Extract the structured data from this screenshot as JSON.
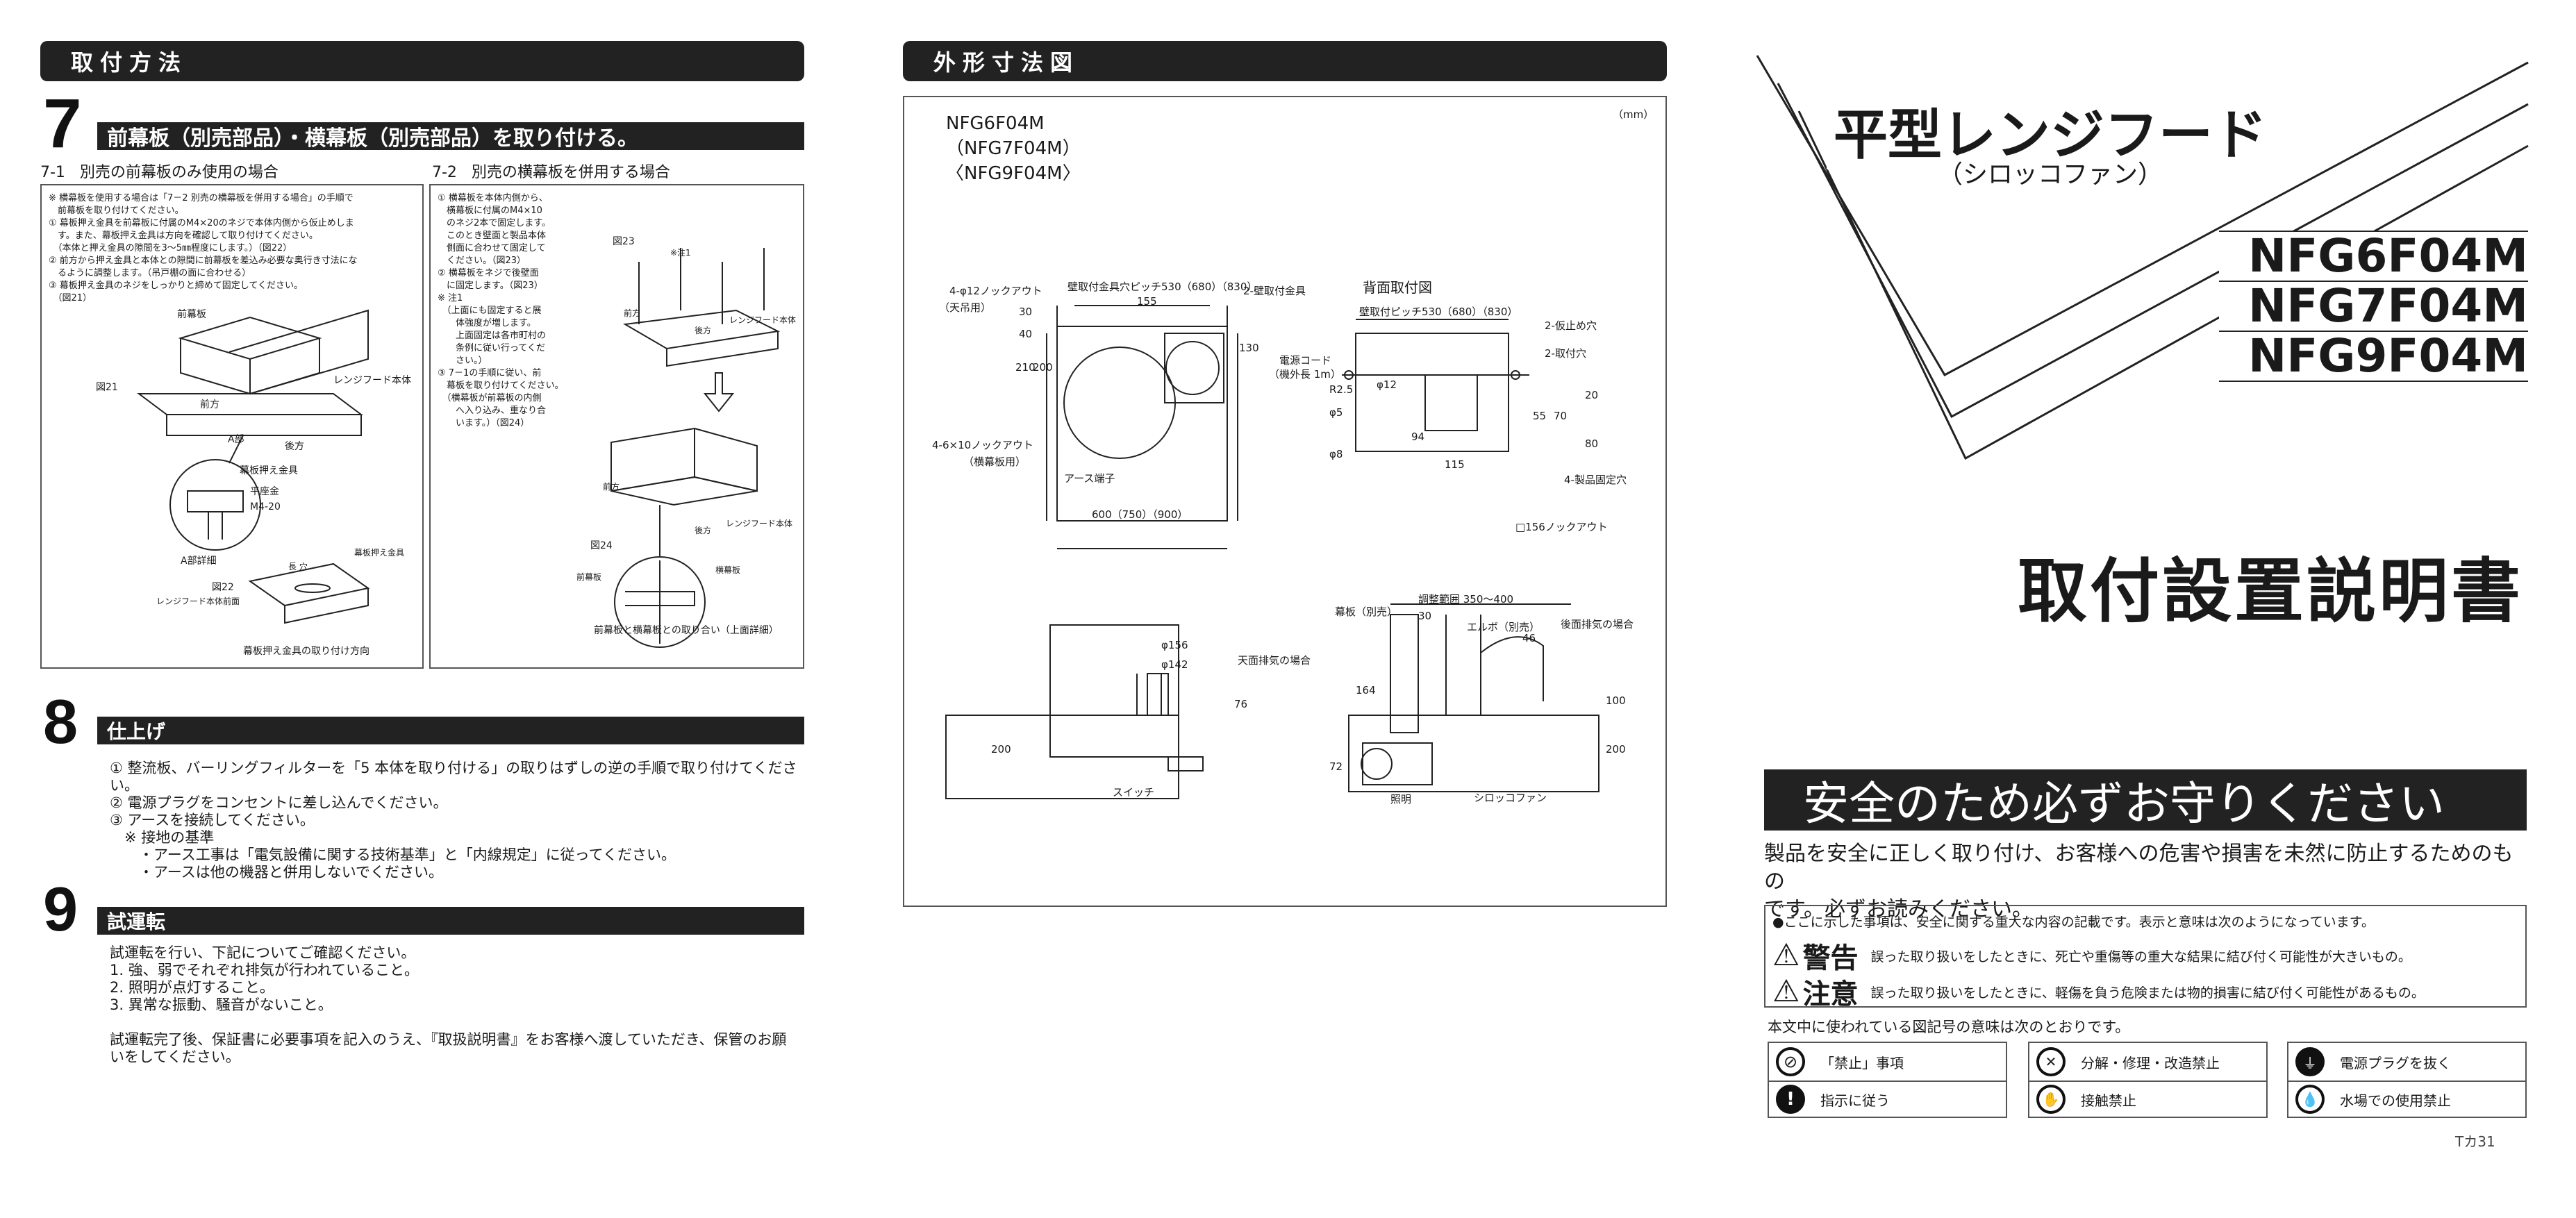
{
  "left": {
    "header": "取付方法",
    "step7": {
      "num": "7",
      "title": "前幕板（別売部品）・横幕板（別売部品）を取り付ける。",
      "sub1_no": "7-1",
      "sub1": "別売の前幕板のみ使用の場合",
      "sub2_no": "7-2",
      "sub2": "別売の横幕板を併用する場合",
      "box1_text": "※ 横幕板を使用する場合は「7－2 別売の横幕板を併用する場合」の手順で\n　前幕板を取り付けてください。\n① 幕板押え金具を前幕板に付属のM4×20のネジで本体内側から仮止めしま\n　す。また、幕板押え金具は方向を確認して取り付けてください。\n　（本体と押え金具の隙間を3～5㎜程度にします。）（図22）\n② 前方から押え金具と本体との隙間に前幕板を差込み必要な奥行き寸法にな\n　るように調整します。（吊戸棚の面に合わせる）\n③ 幕板押え金具のネジをしっかりと締めて固定してください。\n　（図21）",
      "box2_text": "① 横幕板を本体内側から、\n　横幕板に付属のM4×10\n　のネジ2本で固定します。\n　このとき壁面と製品本体\n　側面に合わせて固定して\n　ください。（図23）\n② 横幕板をネジで後壁面\n　に固定します。（図23）\n※ 注1\n　（上面にも固定すると展\n　　体強度が増します。\n　　上面固定は各市町村の\n　　条例に従い行ってくだ\n　　さい。）\n③ 7－1の手順に従い、前\n　幕板を取り付けてください。\n　（横幕板が前幕板の内側\n　　へ入り込み、重なり合\n　　います。）（図24）",
      "fig21": "図21",
      "fig22": "図22",
      "fig23": "図23",
      "fig24": "図24",
      "l_front_panel": "前幕板",
      "l_body": "レンジフード本体",
      "l_front": "前方",
      "l_back": "後方",
      "l_a": "A部",
      "l_bracket": "幕板押え金具",
      "l_washer": "平座金",
      "l_screw": "M4-20",
      "l_adetail": "A部詳細",
      "l_bracket2": "幕板押え金具",
      "l_longhole": "長 穴",
      "l_bodyfront": "レンジフード本体前面",
      "l_dir": "幕板押え金具の取り付け方向",
      "l_note1": "※注1",
      "l_front2": "前方",
      "l_back2": "後方",
      "l_body2": "レンジフード本体",
      "l_front3": "前方",
      "l_back3": "後方",
      "l_body3": "レンジフード本体",
      "l_front_panel3": "前幕板",
      "l_side_panel3": "横幕板",
      "l_overlap": "前幕板と横幕板との取り合い（上面詳細）"
    },
    "step8": {
      "num": "8",
      "title": "仕上げ",
      "text": "① 整流板、バーリングフィルターを「5 本体を取り付ける」の取りはずしの逆の手順で取り付けてください。\n② 電源プラグをコンセントに差し込んでください。\n③ アースを接続してください。\n　※ 接地の基準\n　　・アース工事は「電気設備に関する技術基準」と「内線規定」に従ってください。\n　　・アースは他の機器と併用しないでください。"
    },
    "step9": {
      "num": "9",
      "title": "試運転",
      "text": "試運転を行い、下記についてご確認ください。\n1. 強、弱でそれぞれ排気が行われていること。\n2. 照明が点灯すること。\n3. 異常な振動、騒音がないこと。\n\n試運転完了後、保証書に必要事項を記入のうえ、『取扱説明書』をお客様へ渡していただき、保管のお願\nいをしてください。"
    }
  },
  "middle": {
    "header": "外形寸法図",
    "models": "NFG6F04M\n（NFG7F04M）\n〈NFG9F04M〉",
    "unit": "（mm）",
    "back_title": "背面取付図",
    "d_hole": "4-φ12ノックアウト",
    "d_hole_sub": "（天吊用）",
    "d_pitch": "壁取付金具穴ピッチ530（680）（830）",
    "d_bracket": "2-壁取付金具",
    "d_155": "155",
    "d_30": "30",
    "d_40": "40",
    "d_210": "210",
    "d_200a": "200",
    "d_130": "130",
    "d_cord": "電源コード",
    "d_cord2": "（機外長 1m）",
    "d_4610": "4-6×10ノックアウト",
    "d_4610b": "（横幕板用）",
    "d_earth": "アース端子",
    "d_600": "600（750）（900）",
    "d_pitch2": "壁取付ピッチ530（680）（830）",
    "d_r": "R2.5",
    "d_12": "φ12",
    "d_5": "φ5",
    "d_8": "φ8",
    "d_94": "94",
    "d_115": "115",
    "d_2temp": "2-仮止め穴",
    "d_2mount": "2-取付穴",
    "d_20": "20",
    "d_55": "55",
    "d_70": "70",
    "d_80": "80",
    "d_4fix": "4-製品固定穴",
    "d_156ko": "□156ノックアウト",
    "d_156": "φ156",
    "d_142": "φ142",
    "d_top": "天面排気の場合",
    "d_76": "76",
    "d_200b": "200",
    "d_switch": "スイッチ",
    "d_adjust": "調整範囲 350～400",
    "d_makuita": "幕板（別売）",
    "d_30b": "30",
    "d_elbow": "エルボ（別売）",
    "d_46": "46",
    "d_rear": "後面排気の場合",
    "d_164": "164",
    "d_100": "100",
    "d_200c": "200",
    "d_72": "72",
    "d_light": "照明",
    "d_sirocco": "シロッコファン"
  },
  "right": {
    "title1": "平型レンジフード",
    "title2": "（シロッコファン）",
    "models": [
      "NFG6F04M",
      "NFG7F04M",
      "NFG9F04M"
    ],
    "manual_title": "取付設置説明書",
    "safety_banner": "安全のため必ずお守りください",
    "safety_intro": "製品を安全に正しく取り付け、お客様への危害や損害を未然に防止するためのもの\nです。必ずお読みください。",
    "notice_head": "●ここに示した事項は、安全に関する重大な内容の記載です。表示と意味は次のようになっています。",
    "warning_label": "警告",
    "warning_text": "誤った取り扱いをしたときに、死亡や重傷等の重大な結果に結び付く可能性が大きいもの。",
    "caution_label": "注意",
    "caution_text": "誤った取り扱いをしたときに、軽傷を負う危険または物的損害に結び付く可能性があるもの。",
    "symbols_head": "本文中に使われている図記号の意味は次のとおりです。",
    "sym_prohibit": "「禁止」事項",
    "sym_instruct": "指示に従う",
    "sym_noassemble": "分解・修理・改造禁止",
    "sym_notouch": "接触禁止",
    "sym_unplug": "電源プラグを抜く",
    "sym_nowater": "水場での使用禁止",
    "page_code": "Tカ31"
  }
}
